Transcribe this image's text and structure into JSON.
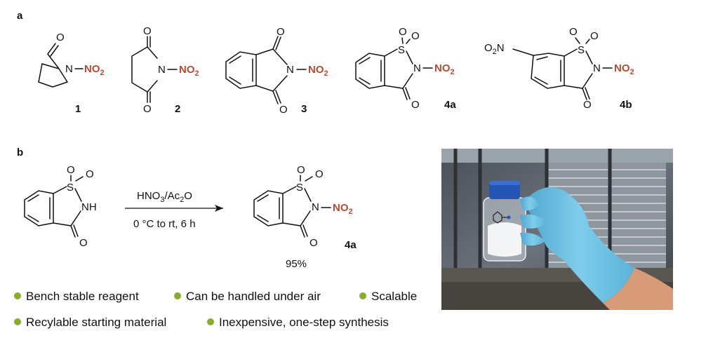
{
  "panels": {
    "a": "a",
    "b": "b"
  },
  "atoms": {
    "O": "O",
    "N": "N",
    "S": "S",
    "NH": "NH",
    "NO2_main": "NO",
    "NO2_sub": "2",
    "O2N_O": "O",
    "O2N_sub": "2",
    "O2N_N": "N"
  },
  "compounds": {
    "c1": "1",
    "c2": "2",
    "c3": "3",
    "c4a": "4a",
    "c4b": "4b"
  },
  "reaction": {
    "reagent_main": "HNO",
    "reagent_sub1": "3",
    "reagent_mid": "/Ac",
    "reagent_sub2": "2",
    "reagent_end": "O",
    "conditions": "0 °C to rt, 6 h",
    "product_label": "4a",
    "yield": "95%"
  },
  "features": [
    {
      "text": "Bench stable reagent"
    },
    {
      "text": "Can be handled under air"
    },
    {
      "text": "Scalable"
    },
    {
      "text": "Recylable starting material"
    },
    {
      "text": "Inexpensive, one-step synthesis"
    }
  ],
  "colors": {
    "nitro": "#b84a32",
    "bullet": "#8aab2b",
    "glove": "#6ec1e4",
    "cap": "#2457b5"
  }
}
